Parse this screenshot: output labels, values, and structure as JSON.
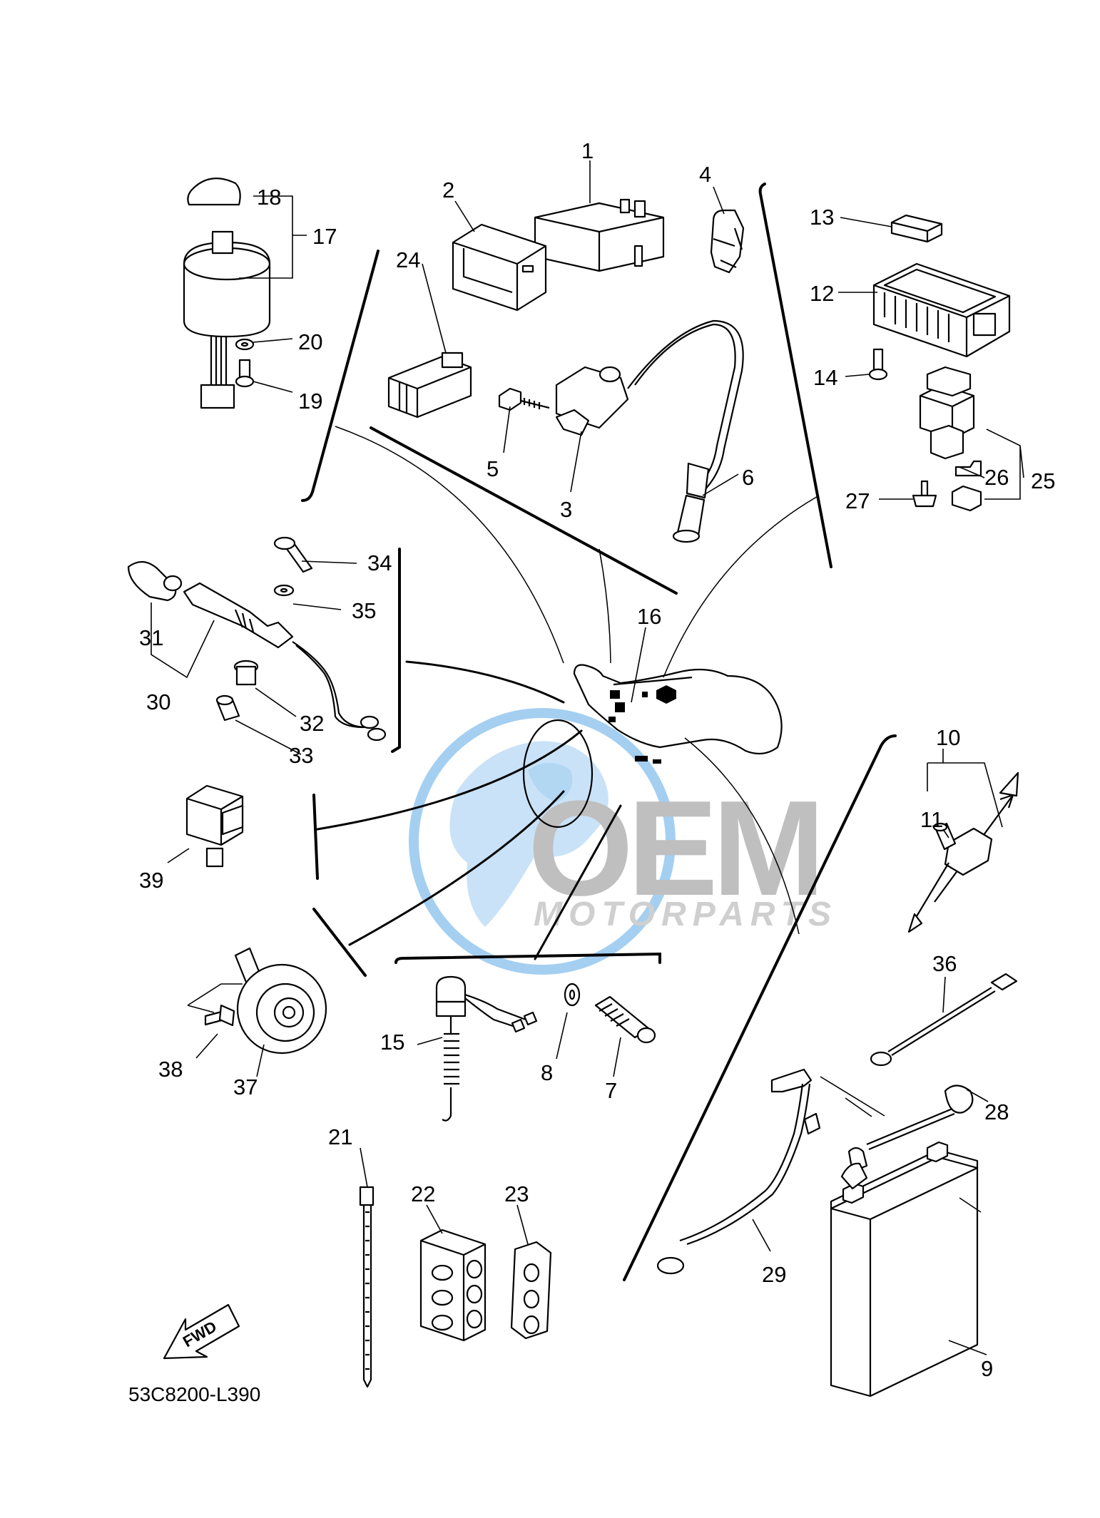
{
  "diagram": {
    "drawing_code": "53C8200-L390",
    "fwd_label": "FWD",
    "watermark": {
      "brand": "OEM",
      "tagline": "MOTORPARTS",
      "color_blue": "#5aa8e6",
      "color_gray": "#8c8c8c"
    },
    "callouts": [
      "1",
      "2",
      "3",
      "4",
      "5",
      "6",
      "7",
      "8",
      "9",
      "10",
      "11",
      "12",
      "13",
      "14",
      "15",
      "16",
      "17",
      "18",
      "19",
      "20",
      "21",
      "22",
      "23",
      "24",
      "25",
      "26",
      "27",
      "28",
      "29",
      "30",
      "31",
      "32",
      "33",
      "34",
      "35",
      "36",
      "37",
      "38",
      "39"
    ]
  }
}
